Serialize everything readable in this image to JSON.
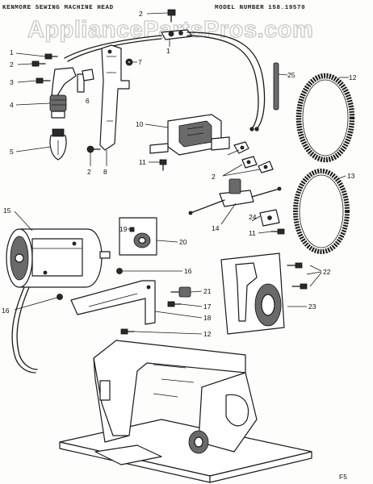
{
  "header": {
    "left": "KENMORE SEWING MACHINE HEAD",
    "right": "MODEL NUMBER 158.19570"
  },
  "watermark": "AppliancePartsPros.com",
  "page_code": "F5",
  "callouts": {
    "c1a": "1",
    "c2a": "2",
    "c3": "3",
    "c4": "4",
    "c5": "5",
    "c6": "6",
    "c7": "7",
    "c8": "8",
    "c2b": "2",
    "c2c": "2",
    "c1b": "1",
    "c10": "10",
    "c11a": "11",
    "c2d": "2",
    "c14": "14",
    "c24": "24",
    "c11b": "11",
    "c25": "25",
    "c12a": "12",
    "c13": "13",
    "c15": "15",
    "c19": "19",
    "c20": "20",
    "c16a": "16",
    "c16b": "16",
    "c21": "21",
    "c17": "17",
    "c18": "18",
    "c12b": "12",
    "c22": "22",
    "c23": "23"
  }
}
